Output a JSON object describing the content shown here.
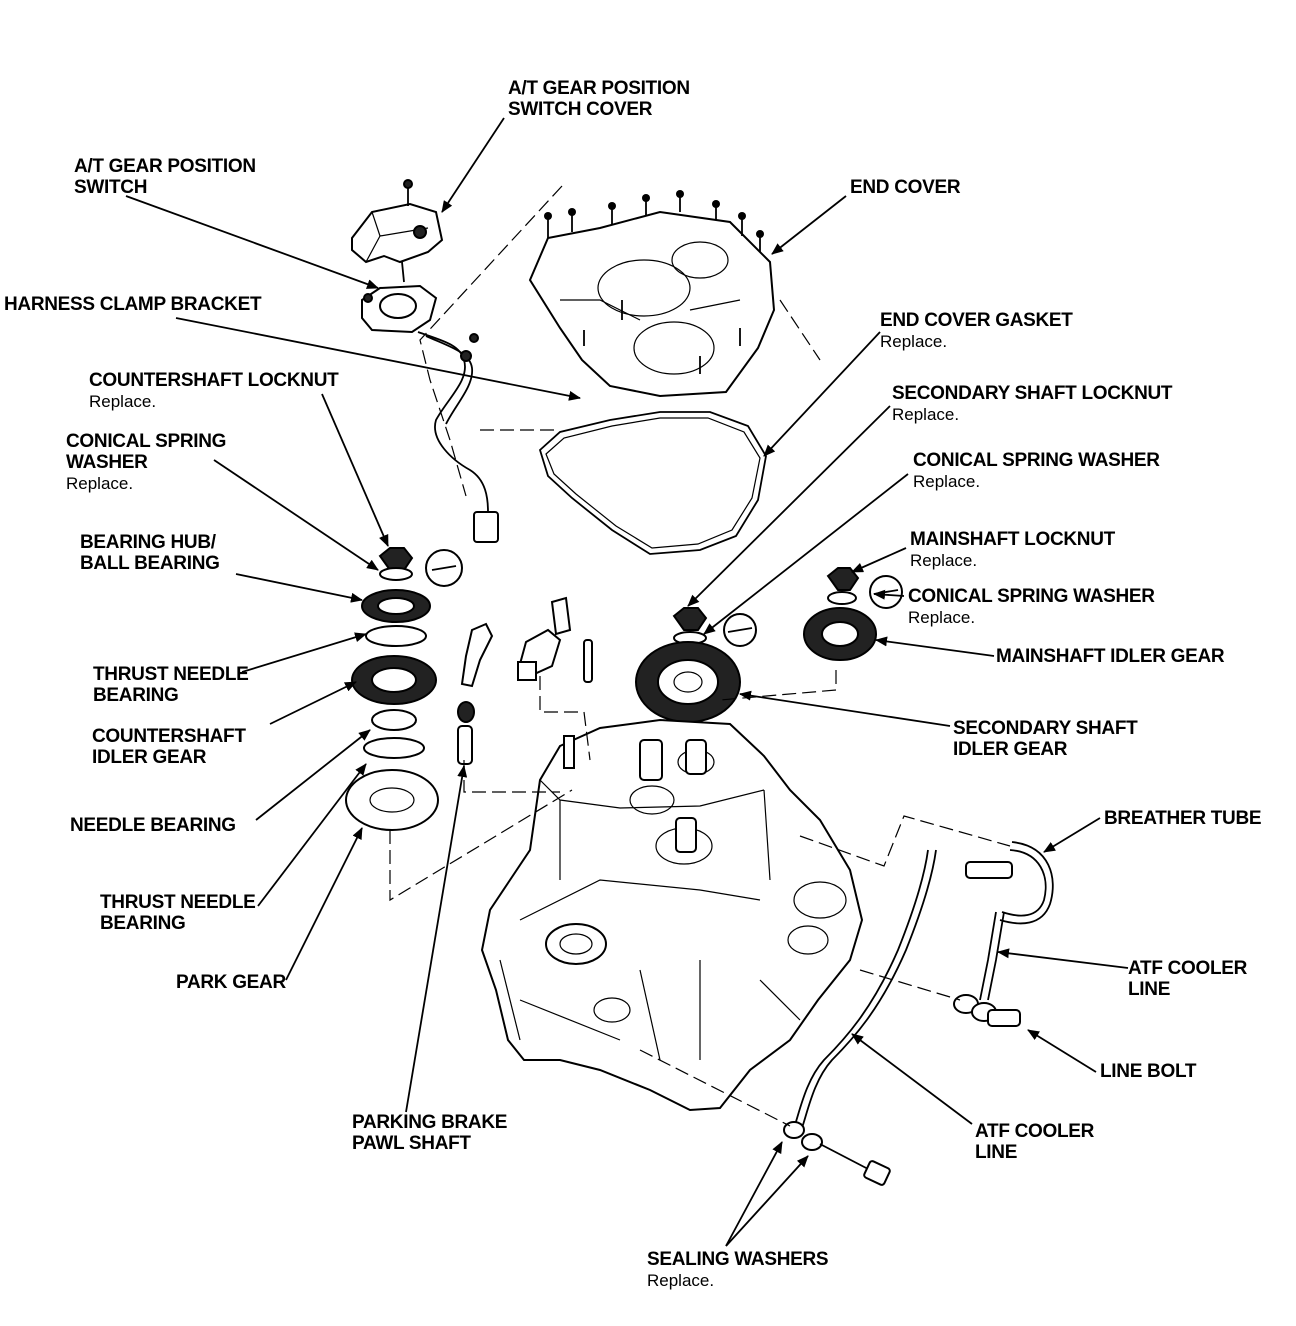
{
  "callouts": [
    {
      "id": "at-gear-position-switch-cover",
      "lines": [
        "A/T GEAR POSITION",
        "SWITCH COVER"
      ],
      "note": ""
    },
    {
      "id": "at-gear-position-switch",
      "lines": [
        "A/T GEAR POSITION",
        "SWITCH"
      ],
      "note": ""
    },
    {
      "id": "end-cover",
      "lines": [
        "END COVER"
      ],
      "note": ""
    },
    {
      "id": "harness-clamp-bracket",
      "lines": [
        "HARNESS CLAMP BRACKET"
      ],
      "note": ""
    },
    {
      "id": "end-cover-gasket",
      "lines": [
        "END COVER GASKET"
      ],
      "note": "Replace."
    },
    {
      "id": "countershaft-locknut",
      "lines": [
        "COUNTERSHAFT LOCKNUT"
      ],
      "note": "Replace."
    },
    {
      "id": "secondary-shaft-locknut",
      "lines": [
        "SECONDARY SHAFT LOCKNUT"
      ],
      "note": "Replace."
    },
    {
      "id": "conical-spring-washer-left",
      "lines": [
        "CONICAL SPRING",
        "WASHER"
      ],
      "note": "Replace."
    },
    {
      "id": "conical-spring-washer-mid",
      "lines": [
        "CONICAL SPRING WASHER"
      ],
      "note": "Replace."
    },
    {
      "id": "bearing-hub-ball-bearing",
      "lines": [
        "BEARING HUB/",
        "BALL BEARING"
      ],
      "note": ""
    },
    {
      "id": "mainshaft-locknut",
      "lines": [
        "MAINSHAFT LOCKNUT"
      ],
      "note": "Replace."
    },
    {
      "id": "conical-spring-washer-right",
      "lines": [
        "CONICAL SPRING WASHER"
      ],
      "note": "Replace."
    },
    {
      "id": "mainshaft-idler-gear",
      "lines": [
        "MAINSHAFT IDLER GEAR"
      ],
      "note": ""
    },
    {
      "id": "thrust-needle-bearing-upper",
      "lines": [
        "THRUST NEEDLE",
        "BEARING"
      ],
      "note": ""
    },
    {
      "id": "countershaft-idler-gear",
      "lines": [
        "COUNTERSHAFT",
        "IDLER GEAR"
      ],
      "note": ""
    },
    {
      "id": "secondary-shaft-idler-gear",
      "lines": [
        "SECONDARY SHAFT",
        "IDLER GEAR"
      ],
      "note": ""
    },
    {
      "id": "needle-bearing",
      "lines": [
        "NEEDLE BEARING"
      ],
      "note": ""
    },
    {
      "id": "breather-tube",
      "lines": [
        "BREATHER TUBE"
      ],
      "note": ""
    },
    {
      "id": "thrust-needle-bearing-lower",
      "lines": [
        "THRUST NEEDLE",
        "BEARING"
      ],
      "note": ""
    },
    {
      "id": "atf-cooler-line-upper",
      "lines": [
        "ATF COOLER",
        "LINE"
      ],
      "note": ""
    },
    {
      "id": "park-gear",
      "lines": [
        "PARK GEAR"
      ],
      "note": ""
    },
    {
      "id": "line-bolt",
      "lines": [
        "LINE BOLT"
      ],
      "note": ""
    },
    {
      "id": "parking-brake-pawl-shaft",
      "lines": [
        "PARKING BRAKE",
        "PAWL SHAFT"
      ],
      "note": ""
    },
    {
      "id": "atf-cooler-line-lower",
      "lines": [
        "ATF COOLER",
        "LINE"
      ],
      "note": ""
    },
    {
      "id": "sealing-washers",
      "lines": [
        "SEALING WASHERS"
      ],
      "note": "Replace."
    }
  ]
}
